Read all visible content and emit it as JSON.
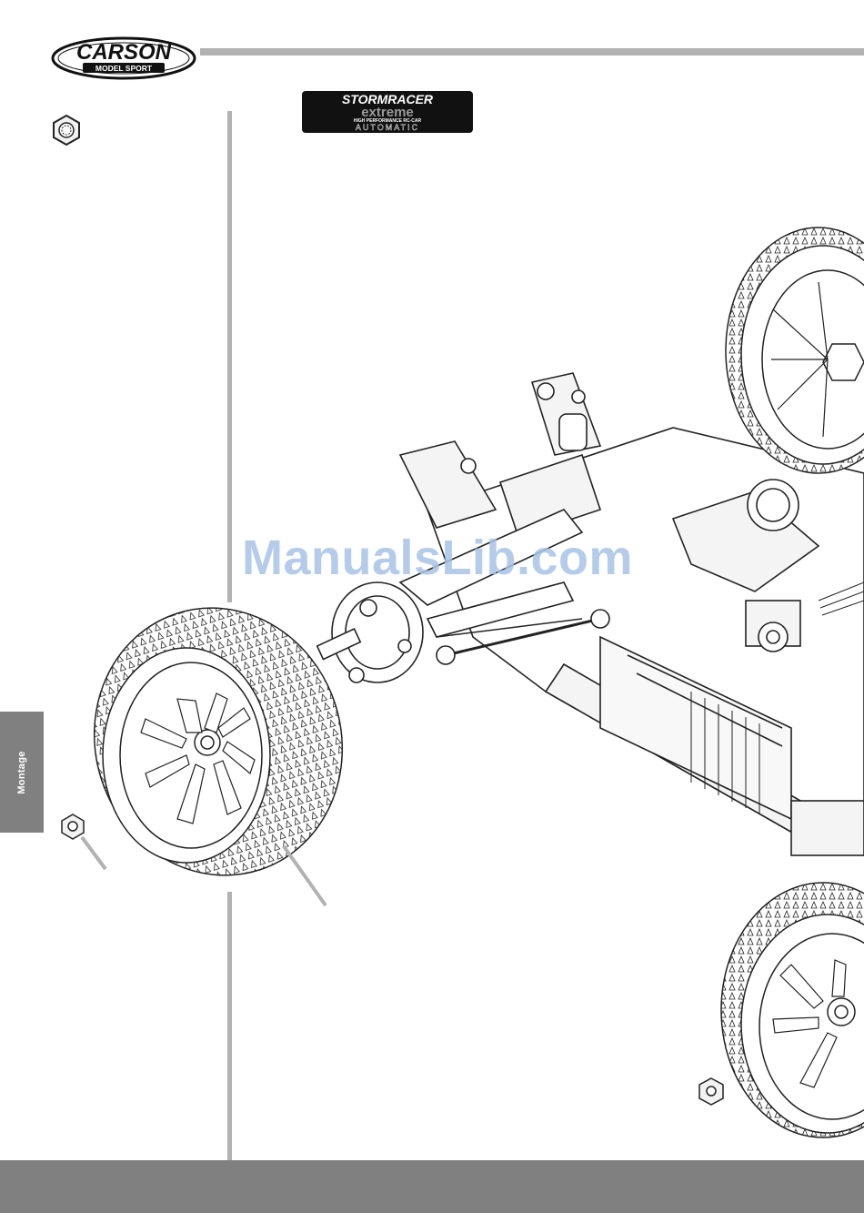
{
  "header": {
    "brand_name": "CARSON",
    "brand_subtitle": "MODEL SPORT",
    "model_logo": {
      "line1": "STORMRACER",
      "line2": "extreme",
      "line3": "HIGH PERFORMANCE RC-CAR",
      "line4": "AUTOMATIC"
    }
  },
  "sidebar": {
    "section_tab": "Montage"
  },
  "watermark": "ManualsLib.com",
  "colors": {
    "rule_gray": "#b2b2b2",
    "tab_gray": "#808080",
    "line_art": "#222222",
    "watermark": "#a7c4e6"
  },
  "icons": {
    "part_icon": "hex-nut-icon",
    "main_figure": "buggy-chassis-wheel-assembly"
  }
}
